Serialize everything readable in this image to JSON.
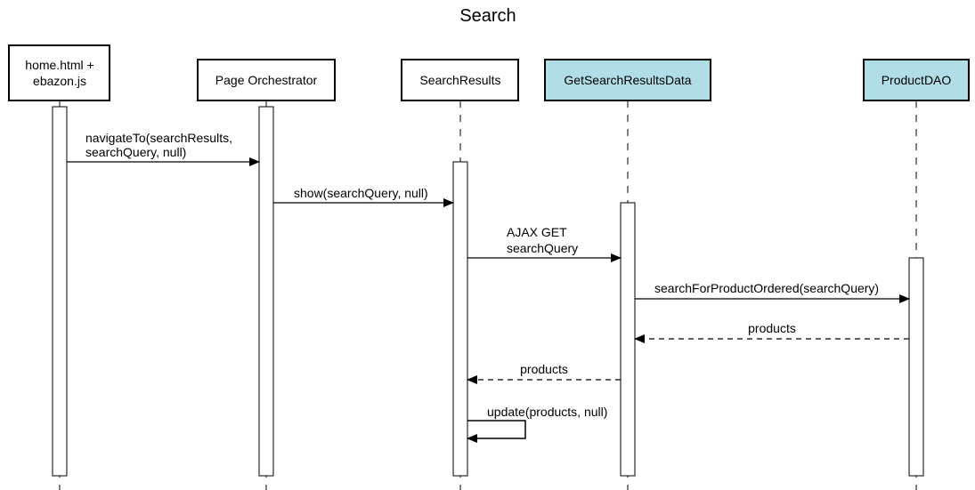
{
  "title": "Search",
  "participants": [
    {
      "id": "home",
      "lines": [
        "home.html +",
        "ebazon.js"
      ],
      "fill": "#ffffff"
    },
    {
      "id": "orchestrator",
      "lines": [
        "Page Orchestrator"
      ],
      "fill": "#ffffff"
    },
    {
      "id": "searchresults",
      "lines": [
        "SearchResults"
      ],
      "fill": "#ffffff"
    },
    {
      "id": "getsearch",
      "lines": [
        "GetSearchResultsData"
      ],
      "fill": "#b0dde6"
    },
    {
      "id": "productdao",
      "lines": [
        "ProductDAO"
      ],
      "fill": "#b0dde6"
    }
  ],
  "messages": [
    {
      "from": "home",
      "to": "orchestrator",
      "label": [
        "navigateTo(searchResults,",
        "searchQuery, null)"
      ],
      "style": "solid"
    },
    {
      "from": "orchestrator",
      "to": "searchresults",
      "label": [
        "show(searchQuery, null)"
      ],
      "style": "solid"
    },
    {
      "from": "searchresults",
      "to": "getsearch",
      "label": [
        "AJAX GET",
        "searchQuery"
      ],
      "style": "solid"
    },
    {
      "from": "getsearch",
      "to": "productdao",
      "label": [
        "searchForProductOrdered(searchQuery)"
      ],
      "style": "solid"
    },
    {
      "from": "productdao",
      "to": "getsearch",
      "label": [
        "products"
      ],
      "style": "dashed"
    },
    {
      "from": "getsearch",
      "to": "searchresults",
      "label": [
        "products"
      ],
      "style": "dashed"
    },
    {
      "from": "searchresults",
      "to": "searchresults",
      "label": [
        "update(products, null)"
      ],
      "style": "self"
    }
  ]
}
